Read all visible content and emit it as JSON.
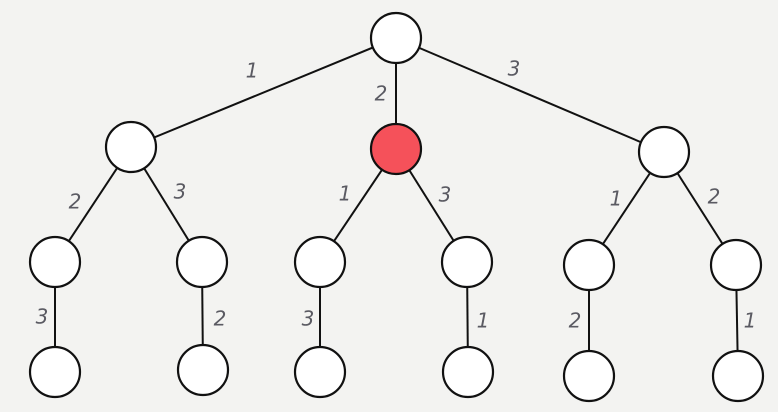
{
  "colors": {
    "highlight": "#f5515a",
    "node_fill": "#ffffff",
    "stroke": "#111111",
    "label": "#5a5a62"
  },
  "tree": {
    "highlighted_node": "n2",
    "nodes": [
      "root",
      "n1",
      "n2",
      "n3",
      "a",
      "b",
      "c",
      "d",
      "e",
      "f",
      "a1",
      "b1",
      "c1",
      "d1",
      "e1",
      "f1"
    ],
    "edges": [
      {
        "from": "root",
        "to": "n1",
        "label": "1"
      },
      {
        "from": "root",
        "to": "n2",
        "label": "2"
      },
      {
        "from": "root",
        "to": "n3",
        "label": "3"
      },
      {
        "from": "n1",
        "to": "a",
        "label": "2"
      },
      {
        "from": "n1",
        "to": "b",
        "label": "3"
      },
      {
        "from": "n2",
        "to": "c",
        "label": "1"
      },
      {
        "from": "n2",
        "to": "d",
        "label": "3"
      },
      {
        "from": "n3",
        "to": "e",
        "label": "1"
      },
      {
        "from": "n3",
        "to": "f",
        "label": "2"
      },
      {
        "from": "a",
        "to": "a1",
        "label": "3"
      },
      {
        "from": "b",
        "to": "b1",
        "label": "2"
      },
      {
        "from": "c",
        "to": "c1",
        "label": "3"
      },
      {
        "from": "d",
        "to": "d1",
        "label": "1"
      },
      {
        "from": "e",
        "to": "e1",
        "label": "2"
      },
      {
        "from": "f",
        "to": "f1",
        "label": "1"
      }
    ]
  }
}
